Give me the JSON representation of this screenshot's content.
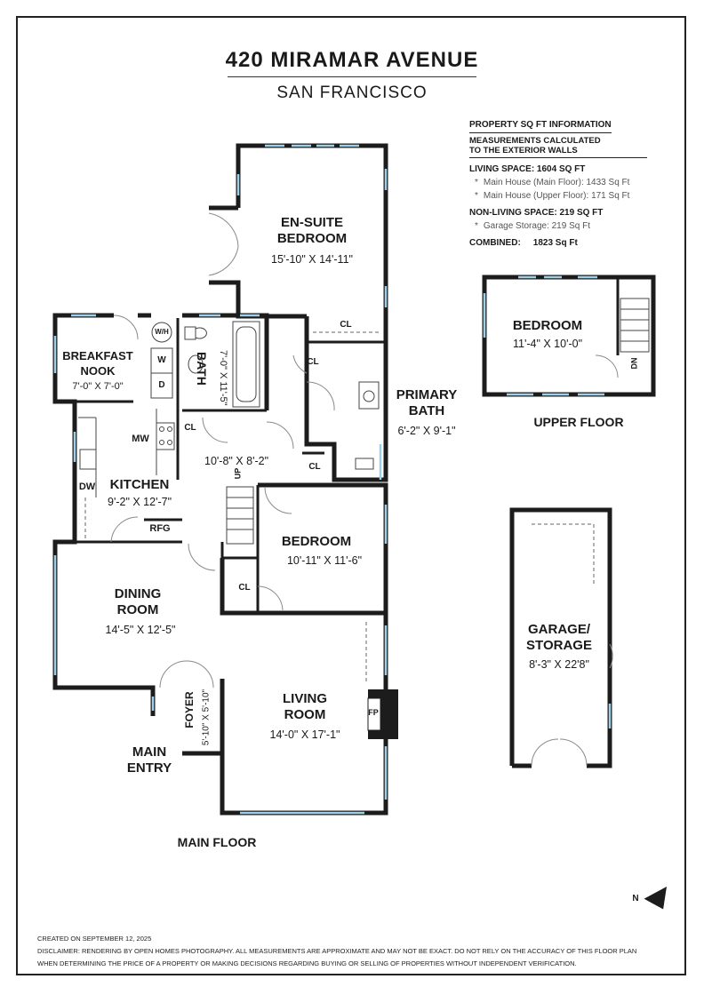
{
  "header": {
    "title": "420 MIRAMAR AVENUE",
    "subtitle": "SAN FRANCISCO"
  },
  "info": {
    "heading": "PROPERTY SQ FT INFORMATION",
    "note_line1": "MEASUREMENTS CALCULATED",
    "note_line2": "TO THE EXTERIOR WALLS",
    "living": "LIVING SPACE: 1604 SQ FT",
    "main_label": "Main House (Main Floor):",
    "main_value": "1433 Sq Ft",
    "upper_label": "Main House (Upper Floor):",
    "upper_value": "171 Sq Ft",
    "non_living": "NON-LIVING SPACE: 219 SQ FT",
    "garage_label": "Garage Storage:",
    "garage_value": "219 Sq Ft",
    "combined_label": "COMBINED:",
    "combined_value": "1823  Sq Ft",
    "bullet": "*"
  },
  "rooms": {
    "ensuite_1": "EN-SUITE",
    "ensuite_2": "BEDROOM",
    "ensuite_dim": "15'-10\" X 14'-11\"",
    "breakfast_1": "BREAKFAST",
    "breakfast_2": "NOOK",
    "breakfast_dim": "7'-0\" X 7'-0\"",
    "bath": "BATH",
    "bath_dim": "7'-0\" X 11'-5\"",
    "primary_bath_1": "PRIMARY",
    "primary_bath_2": "BATH",
    "primary_bath_dim": "6'-2\" X 9'-1\"",
    "hall_dim": "10'-8\" X 8'-2\"",
    "kitchen": "KITCHEN",
    "kitchen_dim": "9'-2\" X 12'-7\"",
    "bedroom": "BEDROOM",
    "bedroom_dim": "10'-11\" X 11'-6\"",
    "dining_1": "DINING",
    "dining_2": "ROOM",
    "dining_dim": "14'-5\" X 12'-5\"",
    "living_1": "LIVING",
    "living_2": "ROOM",
    "living_dim": "14'-0\" X 17'-1\"",
    "foyer": "FOYER",
    "foyer_dim": "5'-10\" X 5'-10\"",
    "main_entry_1": "MAIN",
    "main_entry_2": "ENTRY",
    "upper_bedroom": "BEDROOM",
    "upper_bedroom_dim": "11'-4\" X 10'-0\"",
    "garage_1": "GARAGE/",
    "garage_2": "STORAGE",
    "garage_dim": "8'-3\" X 22'8\""
  },
  "fixtures": {
    "cl": "CL",
    "wh": "W/H",
    "w": "W",
    "d": "D",
    "mw": "MW",
    "dw": "DW",
    "rfg": "RFG",
    "fp": "FP",
    "up": "UP",
    "dn": "DN"
  },
  "sections": {
    "main_floor": "MAIN FLOOR",
    "upper_floor": "UPPER FLOOR"
  },
  "compass": {
    "label": "N"
  },
  "footer": {
    "created": "CREATED ON SEPTEMBER 12, 2025",
    "disclaimer_1": "DISCLAIMER: RENDERING BY OPEN HOMES PHOTOGRAPHY. ALL MEASUREMENTS ARE APPROXIMATE AND MAY NOT BE EXACT. DO NOT RELY ON THE ACCURACY OF THIS FLOOR PLAN",
    "disclaimer_2": "WHEN DETERMINING THE PRICE OF A PROPERTY OR MAKING DECISIONS REGARDING BUYING OR SELLING OF PROPERTIES WITHOUT INDEPENDENT VERIFICATION."
  },
  "colors": {
    "wall": "#1c1c1c",
    "window": "#9ecfe6",
    "door": "#8a8a8a"
  }
}
